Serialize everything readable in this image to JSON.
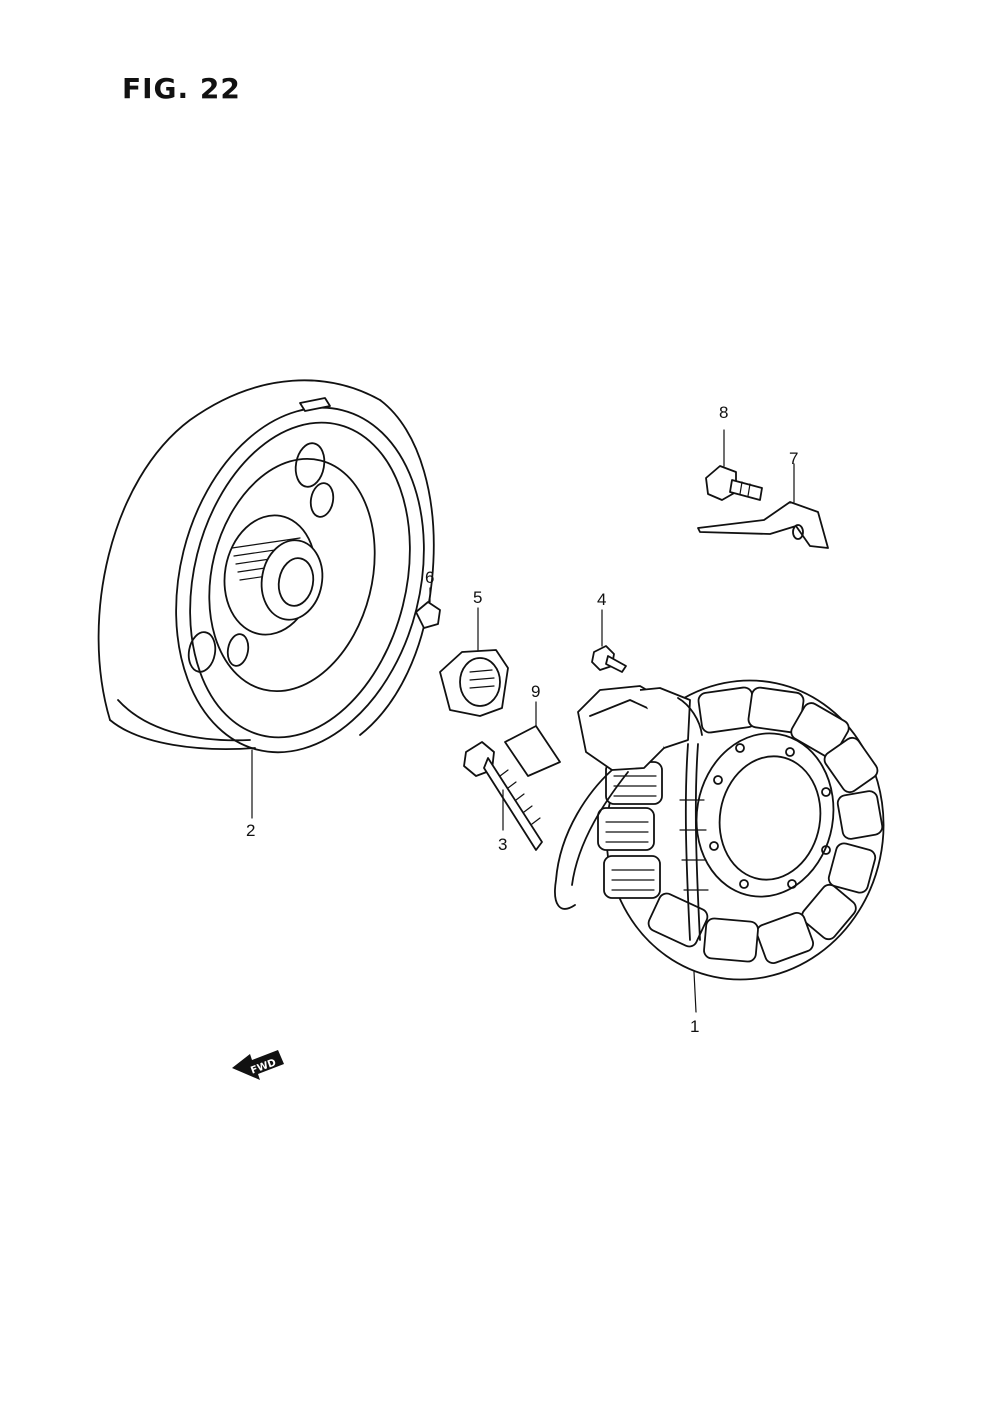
{
  "figure": {
    "title": "FIG. 22"
  },
  "callouts": {
    "c1": "1",
    "c2": "2",
    "c3": "3",
    "c4": "4",
    "c5": "5",
    "c6": "6",
    "c7": "7",
    "c8": "8",
    "c9": "9"
  },
  "fwd": {
    "label": "FWD"
  }
}
